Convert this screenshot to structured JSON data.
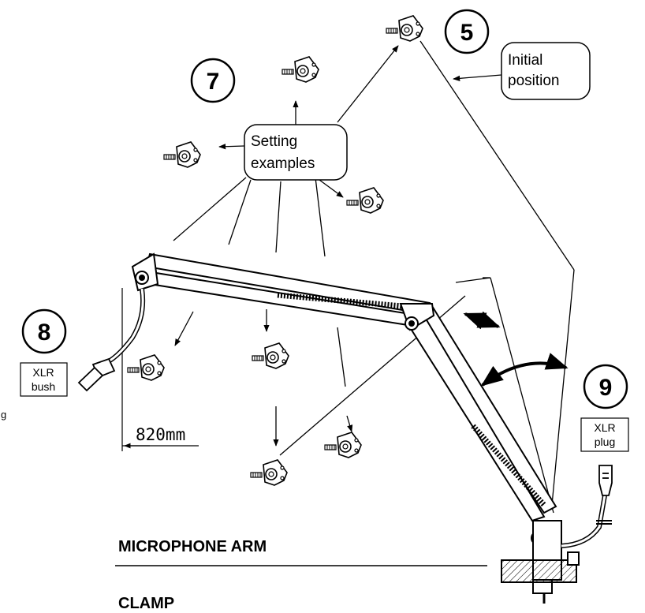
{
  "diagram": {
    "callouts": {
      "five": "5",
      "seven": "7",
      "eight": "8",
      "nine": "9"
    },
    "labels": {
      "initial_position_line1": "Initial",
      "initial_position_line2": "position",
      "setting_examples_line1": "Setting",
      "setting_examples_line2": "examples",
      "xlr_bush_line1": "XLR",
      "xlr_bush_line2": "bush",
      "xlr_plug_line1": "XLR",
      "xlr_plug_line2": "plug",
      "dimension": "820mm",
      "stray_fragment": "g"
    },
    "titles": {
      "microphone_arm": "MICROPHONE ARM",
      "clamp": "CLAMP"
    }
  }
}
